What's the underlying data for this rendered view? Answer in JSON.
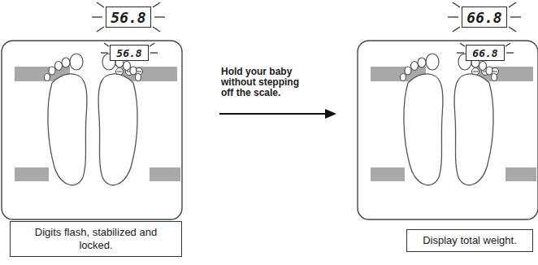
{
  "diagram": {
    "nodes": [
      {
        "text": [
          "56.8"
        ]
      },
      {
        "text": [
          "56.8"
        ]
      },
      {
        "text": [
          "Digits flash, stabilized and locked."
        ]
      },
      {
        "text": [
          "66.8"
        ]
      },
      {
        "text": [
          "66.8"
        ]
      },
      {
        "text": [
          "Display total weight."
        ]
      }
    ],
    "labels": [
      "Hold your baby without stepping off the scale."
    ]
  }
}
